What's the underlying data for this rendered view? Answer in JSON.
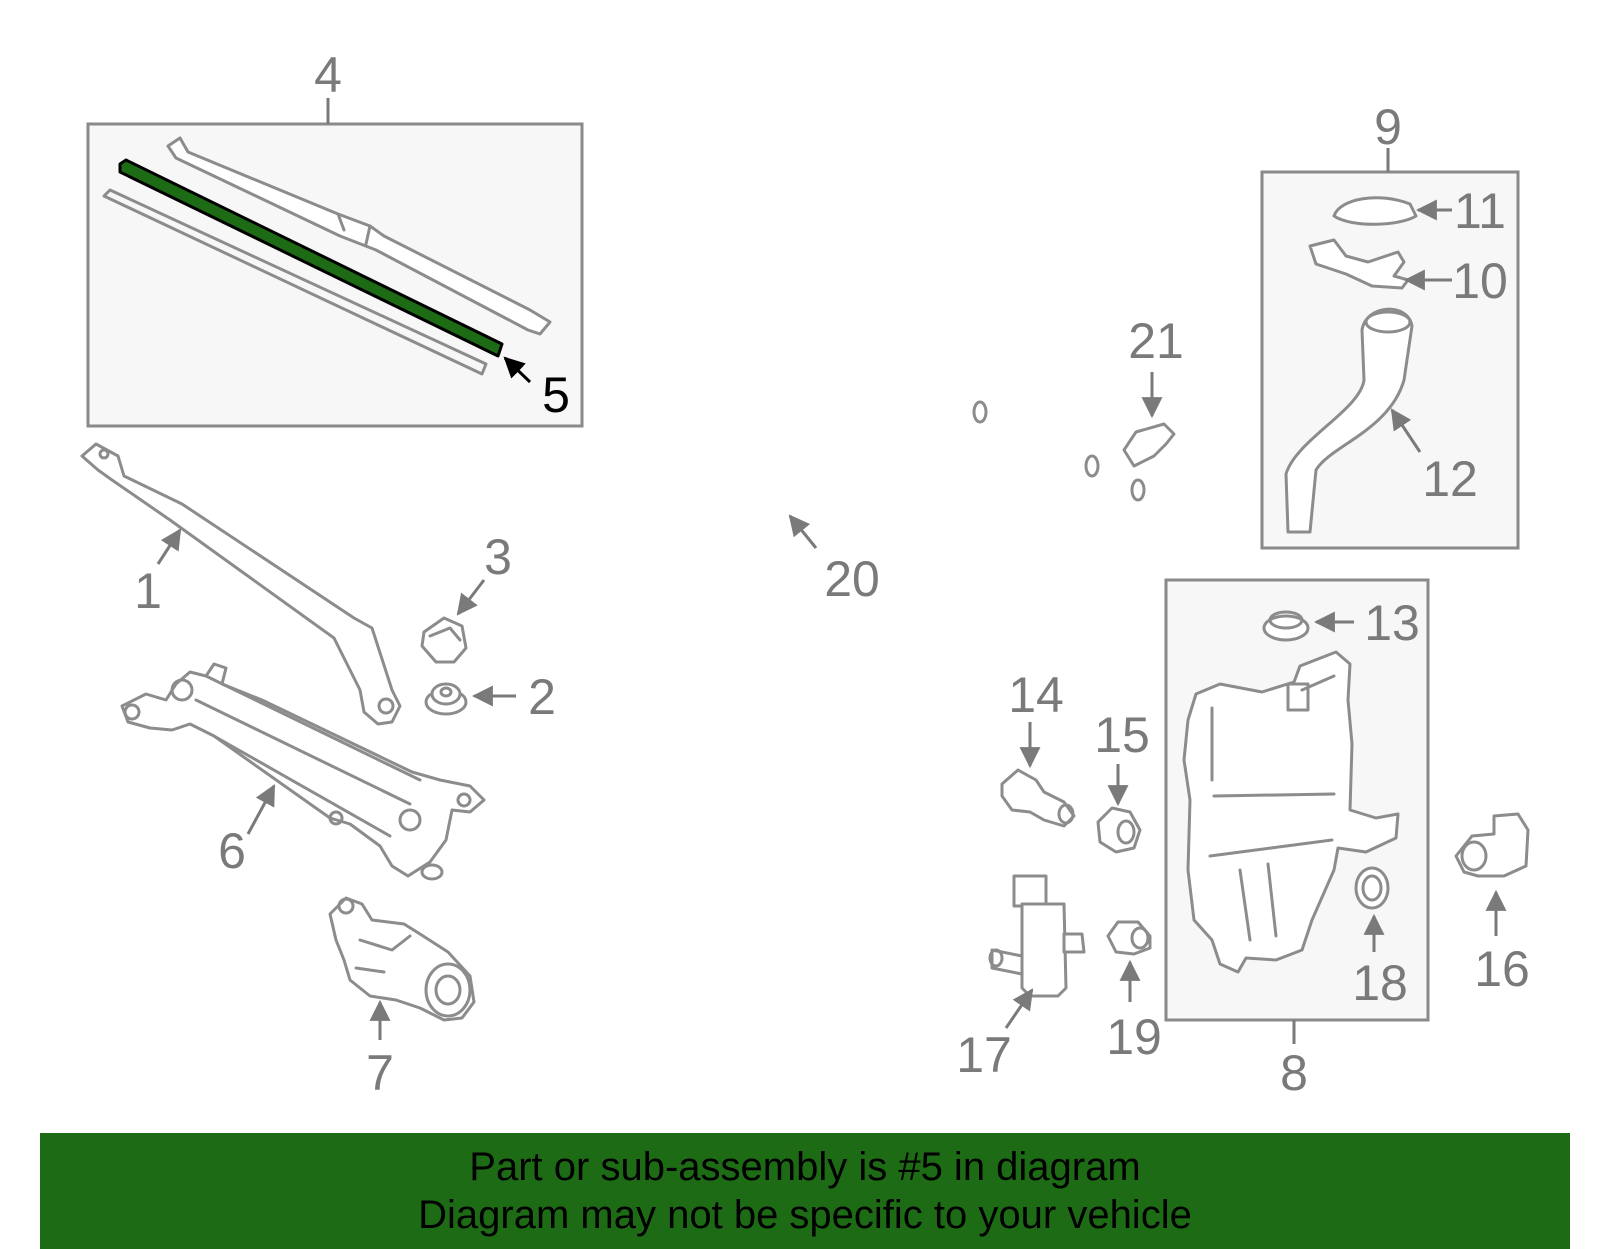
{
  "callouts": {
    "c1": "1",
    "c2": "2",
    "c3": "3",
    "c4": "4",
    "c5": "5",
    "c6": "6",
    "c7": "7",
    "c8": "8",
    "c9": "9",
    "c10": "10",
    "c11": "11",
    "c12": "12",
    "c13": "13",
    "c14": "14",
    "c15": "15",
    "c16": "16",
    "c17": "17",
    "c18": "18",
    "c19": "19",
    "c20": "20",
    "c21": "21"
  },
  "highlight": {
    "part": "5",
    "color": "#1e6b16"
  },
  "banner": {
    "line1": "Part or sub-assembly is #5 in diagram",
    "line2": "Diagram may not be specific to your vehicle",
    "background": "#1e6b16"
  }
}
